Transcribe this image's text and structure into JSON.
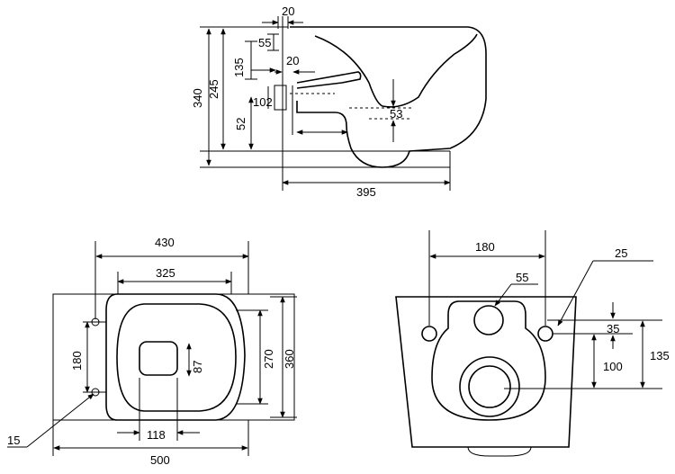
{
  "side_view": {
    "dims": {
      "d20_top": "20",
      "d55": "55",
      "d135": "135",
      "d20_mid": "20",
      "d102": "102",
      "d52": "52",
      "d245": "245",
      "d340": "340",
      "d53": "53",
      "d395": "395"
    }
  },
  "top_view": {
    "dims": {
      "d430": "430",
      "d325": "325",
      "d180": "180",
      "d270": "270",
      "d360": "360",
      "d87": "87",
      "d118": "118",
      "d500": "500",
      "d15": "15"
    }
  },
  "rear_view": {
    "dims": {
      "d180": "180",
      "d25": "25",
      "d55": "55",
      "d35": "35",
      "d100": "100",
      "d135": "135"
    }
  }
}
